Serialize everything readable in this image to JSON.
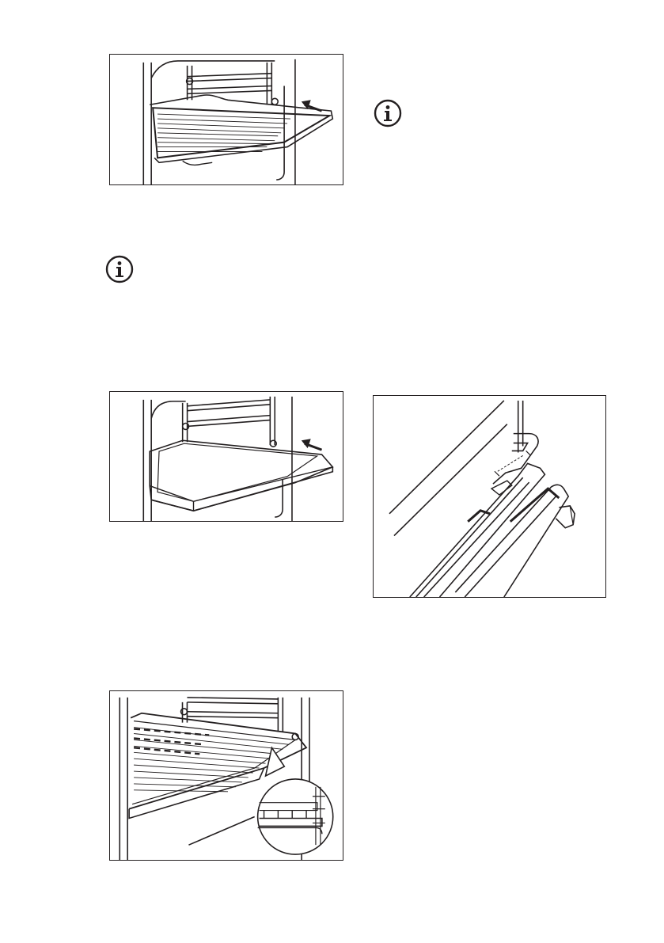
{
  "page": {
    "background": "#ffffff",
    "line_color": "#231f20"
  },
  "figures": [
    {
      "id": "wire-shelf-insert",
      "icon": "wire-shelf-arrow-illustration"
    },
    {
      "id": "tray-insert",
      "icon": "baking-tray-arrow-illustration"
    },
    {
      "id": "door-hinge-detail",
      "icon": "door-hinge-illustration"
    },
    {
      "id": "shelf-and-tray-together",
      "icon": "shelf-on-tray-zoom-illustration"
    }
  ],
  "info_icons": [
    {
      "id": "info-right",
      "icon": "info-icon",
      "glyph": "i"
    },
    {
      "id": "info-left",
      "icon": "info-icon",
      "glyph": "i"
    }
  ]
}
